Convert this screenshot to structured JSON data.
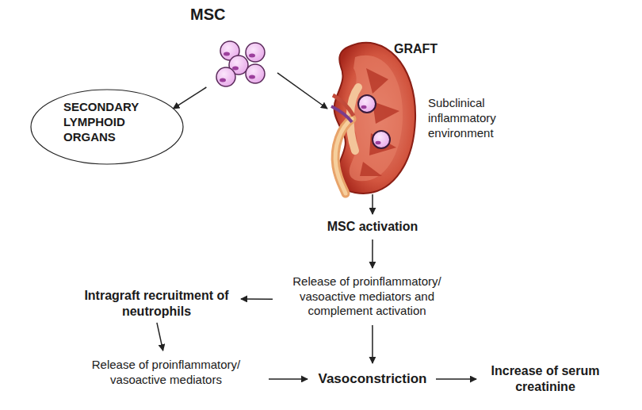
{
  "diagram": {
    "nodes": [
      {
        "text": [
          "MSC"
        ]
      },
      {
        "text": [
          "SECONDARY LYMPHOID ORGANS"
        ]
      },
      {
        "text": [
          "GRAFT",
          "Subclinical inflammatory environment"
        ]
      },
      {
        "text": [
          "MSC activation"
        ]
      },
      {
        "text": [
          "Release of proinflammatory/ vasoactive mediators and complement activation"
        ]
      },
      {
        "text": [
          "Intragraft recruitment of neutrophils"
        ]
      },
      {
        "text": [
          "Release of proinflammatory/ vasoactive mediators"
        ]
      },
      {
        "text": [
          "Vasoconstriction"
        ]
      },
      {
        "text": [
          "Increase of serum creatinine"
        ]
      }
    ],
    "edges": [
      {
        "from": 0,
        "to": 1,
        "arrow": "to"
      },
      {
        "from": 0,
        "to": 2,
        "arrow": "to"
      },
      {
        "from": 2,
        "to": 3,
        "arrow": "to"
      },
      {
        "from": 3,
        "to": 4,
        "arrow": "to"
      },
      {
        "from": 4,
        "to": 5,
        "arrow": "to"
      },
      {
        "from": 4,
        "to": 7,
        "arrow": "to"
      },
      {
        "from": 5,
        "to": 6,
        "arrow": "to"
      },
      {
        "from": 6,
        "to": 7,
        "arrow": "to"
      },
      {
        "from": 7,
        "to": 8,
        "arrow": "to"
      }
    ]
  }
}
